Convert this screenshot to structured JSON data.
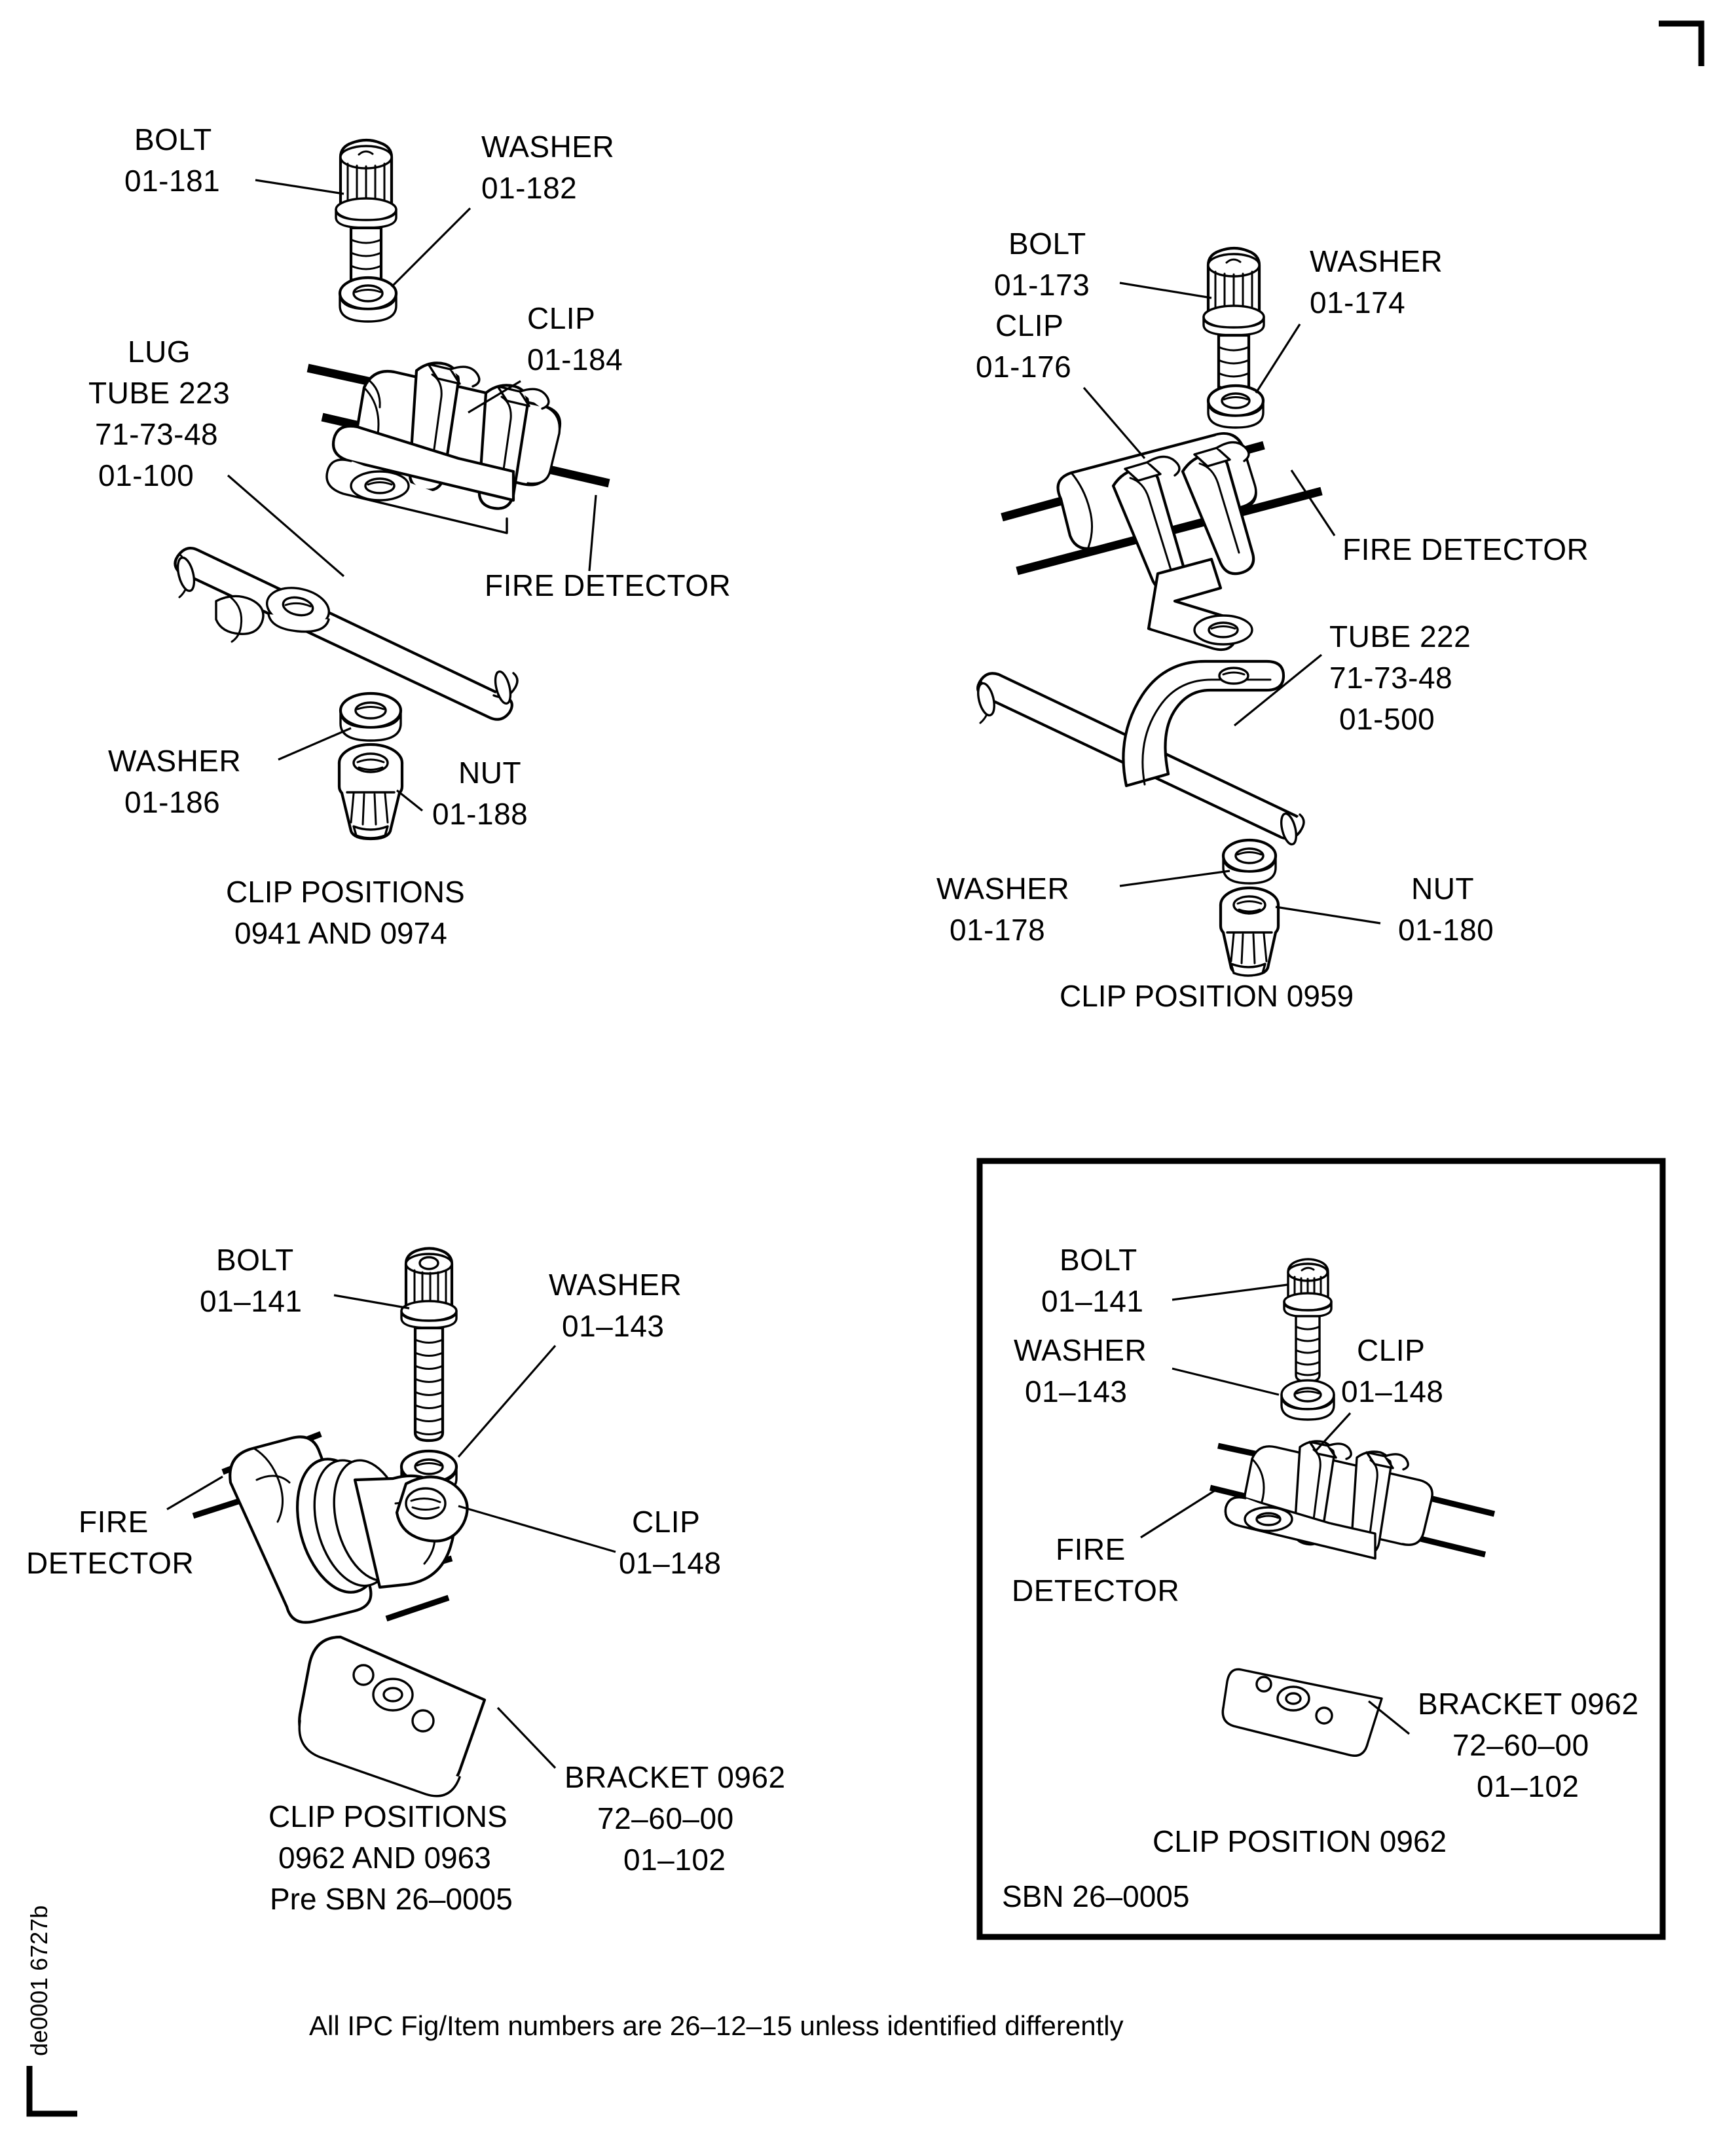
{
  "sheet": {
    "drawing_id": "de0001 6727b",
    "footer_note": "All IPC Fig/Item numbers are 26–12–15 unless identified differently"
  },
  "panels": [
    {
      "id": "top-left",
      "caption_lines": [
        "CLIP POSITIONS",
        "0941 AND 0974"
      ],
      "labels": [
        {
          "name": "bolt",
          "lines": [
            "BOLT",
            "01-181"
          ]
        },
        {
          "name": "washer-top",
          "lines": [
            "WASHER",
            "01-182"
          ]
        },
        {
          "name": "clip",
          "lines": [
            "CLIP",
            "01-184"
          ]
        },
        {
          "name": "lug",
          "lines": [
            "LUG",
            "TUBE 223",
            "71-73-48",
            "01-100"
          ]
        },
        {
          "name": "fire-detector",
          "lines": [
            "FIRE DETECTOR"
          ]
        },
        {
          "name": "washer-bottom",
          "lines": [
            "WASHER",
            "01-186"
          ]
        },
        {
          "name": "nut",
          "lines": [
            "NUT",
            "01-188"
          ]
        }
      ]
    },
    {
      "id": "top-right",
      "caption_lines": [
        "CLIP POSITION 0959"
      ],
      "labels": [
        {
          "name": "bolt",
          "lines": [
            "BOLT",
            "01-173"
          ]
        },
        {
          "name": "washer-top",
          "lines": [
            "WASHER",
            "01-174"
          ]
        },
        {
          "name": "clip",
          "lines": [
            "CLIP",
            "01-176"
          ]
        },
        {
          "name": "fire-detector",
          "lines": [
            "FIRE DETECTOR"
          ]
        },
        {
          "name": "tube",
          "lines": [
            "TUBE 222",
            "71-73-48",
            "01-500"
          ]
        },
        {
          "name": "washer-bottom",
          "lines": [
            "WASHER",
            "01-178"
          ]
        },
        {
          "name": "nut",
          "lines": [
            "NUT",
            "01-180"
          ]
        }
      ]
    },
    {
      "id": "bottom-left",
      "caption_lines": [
        "CLIP POSITIONS",
        "0962 AND 0963",
        "Pre SBN 26–0005"
      ],
      "labels": [
        {
          "name": "bolt",
          "lines": [
            "BOLT",
            "01–141"
          ]
        },
        {
          "name": "washer",
          "lines": [
            "WASHER",
            "01–143"
          ]
        },
        {
          "name": "fire-detector",
          "lines": [
            "FIRE",
            "DETECTOR"
          ]
        },
        {
          "name": "clip",
          "lines": [
            "CLIP",
            "01–148"
          ]
        },
        {
          "name": "bracket",
          "lines": [
            "BRACKET 0962",
            "72–60–00",
            "01–102"
          ]
        }
      ]
    },
    {
      "id": "bottom-right-boxed",
      "caption_lines": [
        "CLIP POSITION 0962"
      ],
      "box_note": "SBN 26–0005",
      "labels": [
        {
          "name": "bolt",
          "lines": [
            "BOLT",
            "01–141"
          ]
        },
        {
          "name": "washer",
          "lines": [
            "WASHER",
            "01–143"
          ]
        },
        {
          "name": "clip",
          "lines": [
            "CLIP",
            "01–148"
          ]
        },
        {
          "name": "fire-detector",
          "lines": [
            "FIRE",
            "DETECTOR"
          ]
        },
        {
          "name": "bracket",
          "lines": [
            "BRACKET 0962",
            "72–60–00",
            "01–102"
          ]
        }
      ]
    }
  ]
}
